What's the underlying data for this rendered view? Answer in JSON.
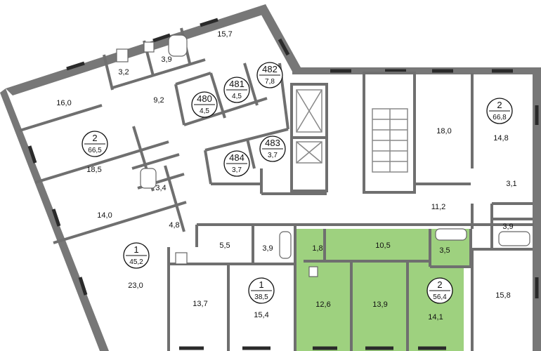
{
  "colors": {
    "highlight": "#9ed17f",
    "wall": "#777777",
    "window": "#2a2a2a"
  },
  "rooms": [
    {
      "key": "r1",
      "area": "15,7"
    },
    {
      "key": "r2",
      "area": "3,2"
    },
    {
      "key": "r3",
      "area": "3,9"
    },
    {
      "key": "r4",
      "area": "16,0"
    },
    {
      "key": "r5",
      "area": "9,2"
    },
    {
      "key": "r6",
      "area": "18,5"
    },
    {
      "key": "r7",
      "area": "3,4"
    },
    {
      "key": "r8",
      "area": "14,0"
    },
    {
      "key": "r9",
      "area": "4,8"
    },
    {
      "key": "r10",
      "area": "23,0"
    },
    {
      "key": "r11",
      "area": "5,5"
    },
    {
      "key": "r12",
      "area": "3,9"
    },
    {
      "key": "r13",
      "area": "13,7"
    },
    {
      "key": "r14",
      "area": "15,4"
    },
    {
      "key": "r15",
      "area": "18,0"
    },
    {
      "key": "r16",
      "area": "14,8"
    },
    {
      "key": "r17",
      "area": "3,1"
    },
    {
      "key": "r18",
      "area": "11,2"
    },
    {
      "key": "r19",
      "area": "3,9"
    },
    {
      "key": "r20",
      "area": "15,8"
    },
    {
      "key": "r21",
      "area": "1,8"
    },
    {
      "key": "r22",
      "area": "10,5"
    },
    {
      "key": "r23",
      "area": "3,5"
    },
    {
      "key": "r24",
      "area": "12,6"
    },
    {
      "key": "r25",
      "area": "13,9"
    },
    {
      "key": "r26",
      "area": "14,1"
    }
  ],
  "apartments": [
    {
      "key": "a1",
      "rooms": "2",
      "area": "66,5"
    },
    {
      "key": "a2",
      "rooms": "1",
      "area": "45,2"
    },
    {
      "key": "a3",
      "rooms": "1",
      "area": "38,5"
    },
    {
      "key": "a4",
      "rooms": "2",
      "area": "66,8"
    },
    {
      "key": "a5",
      "rooms": "2",
      "area": "56,4",
      "highlighted": true
    }
  ],
  "storage_units": [
    {
      "key": "s480",
      "number": "480",
      "area": "4,5"
    },
    {
      "key": "s481",
      "number": "481",
      "area": "4,5"
    },
    {
      "key": "s482",
      "number": "482",
      "area": "7,8"
    },
    {
      "key": "s483",
      "number": "483",
      "area": "3,7"
    },
    {
      "key": "s484",
      "number": "484",
      "area": "3,7"
    }
  ]
}
